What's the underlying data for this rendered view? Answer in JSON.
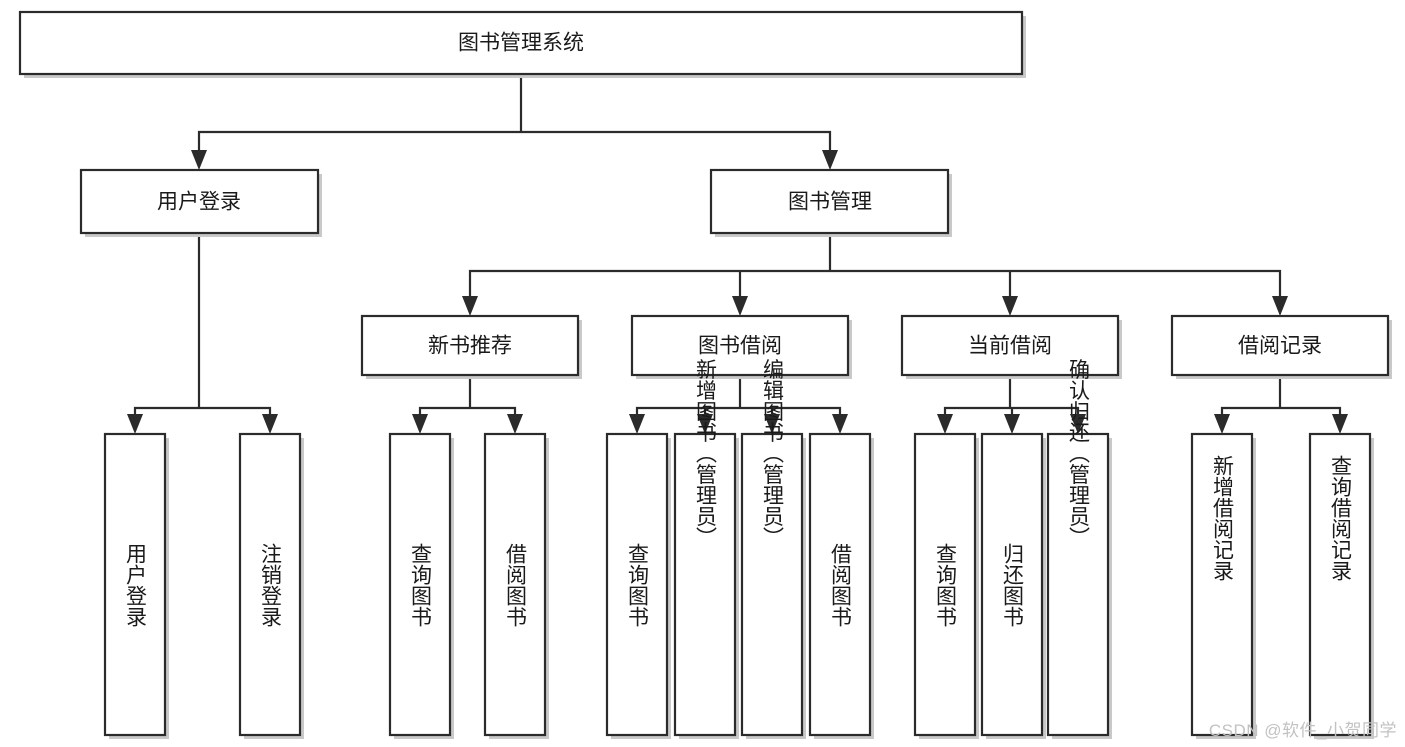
{
  "diagram": {
    "type": "tree",
    "title": "图书管理系统",
    "watermark": "CSDN @软件_小贺同学",
    "colors": {
      "box_stroke": "#2b2b2b",
      "box_fill": "#ffffff",
      "text": "#1a1a1a",
      "shadow": "#c9c9c9",
      "watermark": "#c2c2c2",
      "background": "#ffffff"
    },
    "levels": {
      "root": {
        "label": "图书管理系统"
      },
      "level1": [
        {
          "id": "user-login",
          "label": "用户登录"
        },
        {
          "id": "book-management",
          "label": "图书管理"
        }
      ],
      "level2": [
        {
          "id": "new-book-recommend",
          "label": "新书推荐",
          "parent": "book-management"
        },
        {
          "id": "book-borrow",
          "label": "图书借阅",
          "parent": "book-management"
        },
        {
          "id": "current-borrow",
          "label": "当前借阅",
          "parent": "book-management"
        },
        {
          "id": "borrow-record",
          "label": "借阅记录",
          "parent": "book-management"
        }
      ],
      "leaves": [
        {
          "id": "leaf-user-login",
          "label": "用户登录",
          "parent": "user-login"
        },
        {
          "id": "leaf-logout-login",
          "label": "注销登录",
          "parent": "user-login"
        },
        {
          "id": "leaf-query-book-1",
          "label": "查询图书",
          "parent": "new-book-recommend"
        },
        {
          "id": "leaf-borrow-book-1",
          "label": "借阅图书",
          "parent": "new-book-recommend"
        },
        {
          "id": "leaf-query-book-2",
          "label": "查询图书",
          "parent": "book-borrow"
        },
        {
          "id": "leaf-add-book",
          "label": "新增图书（管理员）",
          "parent": "book-borrow"
        },
        {
          "id": "leaf-edit-book",
          "label": "编辑图书（管理员）",
          "parent": "book-borrow"
        },
        {
          "id": "leaf-borrow-book-2",
          "label": "借阅图书",
          "parent": "book-borrow"
        },
        {
          "id": "leaf-query-book-3",
          "label": "查询图书",
          "parent": "current-borrow"
        },
        {
          "id": "leaf-return-book",
          "label": "归还图书",
          "parent": "current-borrow"
        },
        {
          "id": "leaf-confirm-return",
          "label": "确认归还（管理员）",
          "parent": "current-borrow"
        },
        {
          "id": "leaf-add-record",
          "label": "新增借阅记录",
          "parent": "borrow-record"
        },
        {
          "id": "leaf-query-record",
          "label": "查询借阅记录",
          "parent": "borrow-record"
        }
      ]
    }
  }
}
